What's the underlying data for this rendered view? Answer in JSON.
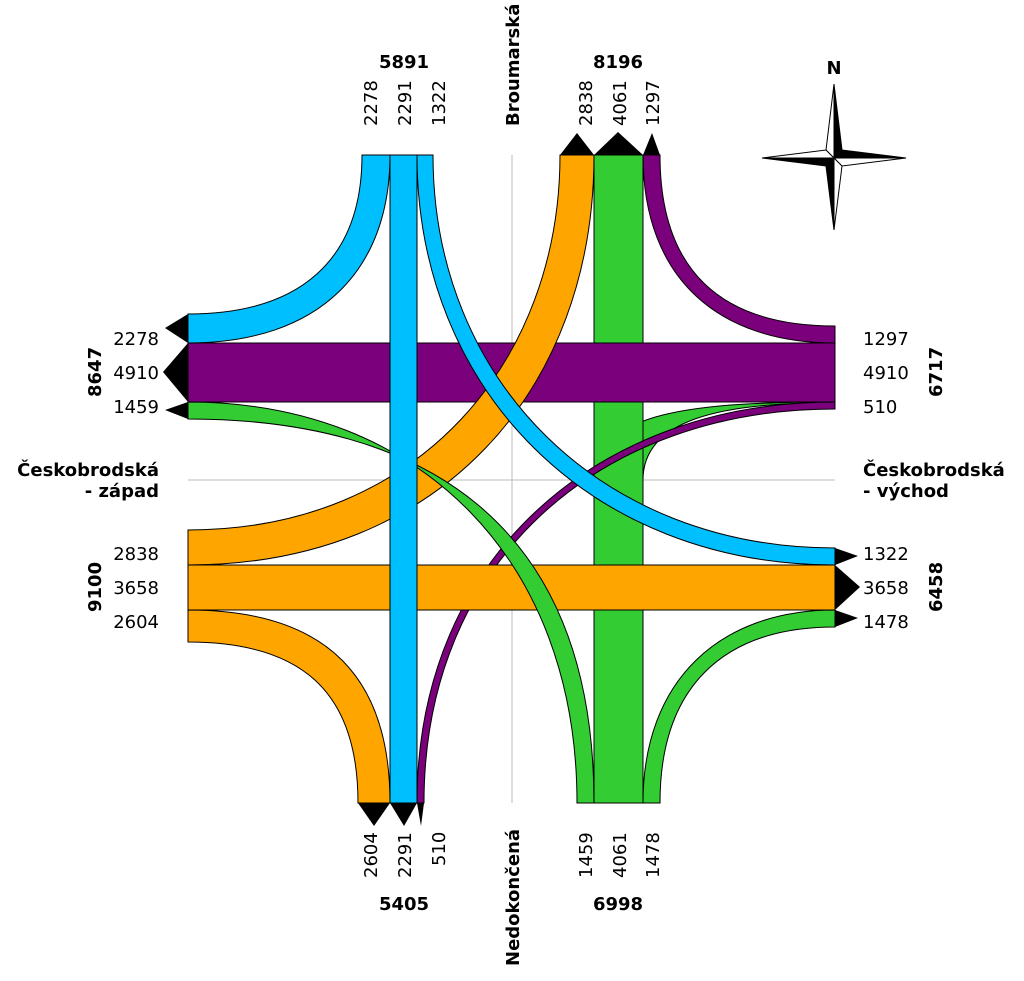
{
  "colors": {
    "blue": "#00BFFF",
    "green": "#33CC33",
    "orange": "#FFA500",
    "purple": "#7B007B",
    "arrow": "#000000",
    "axis": "#BBBBBB"
  },
  "compass": {
    "north_label": "N"
  },
  "streets": {
    "north": "Broumarská",
    "south": "Nedokončená",
    "west_line1": "Českobrodská",
    "west_line2": "- západ",
    "east_line1": "Českobrodská",
    "east_line2": "- východ"
  },
  "north": {
    "in_total": "5891",
    "in_left": "2278",
    "in_straight": "2291",
    "in_right": "1322",
    "out_total": "8196",
    "out_orange": "2838",
    "out_green": "4061",
    "out_purple": "1297"
  },
  "south": {
    "in_total": "6998",
    "in_right": "1459",
    "in_straight": "4061",
    "in_left": "1478",
    "out_total": "5405",
    "out_orange": "2604",
    "out_blue": "2291",
    "out_purple": "510"
  },
  "west": {
    "out_total": "8647",
    "out_blue": "2278",
    "out_purple": "4910",
    "out_green": "1459",
    "in_total": "9100",
    "in_left": "2838",
    "in_straight": "3658",
    "in_right": "2604"
  },
  "east": {
    "in_total": "6717",
    "in_right": "1297",
    "in_straight": "4910",
    "in_left": "510",
    "out_total": "6458",
    "out_blue": "1322",
    "out_orange": "3658",
    "out_green": "1478"
  }
}
